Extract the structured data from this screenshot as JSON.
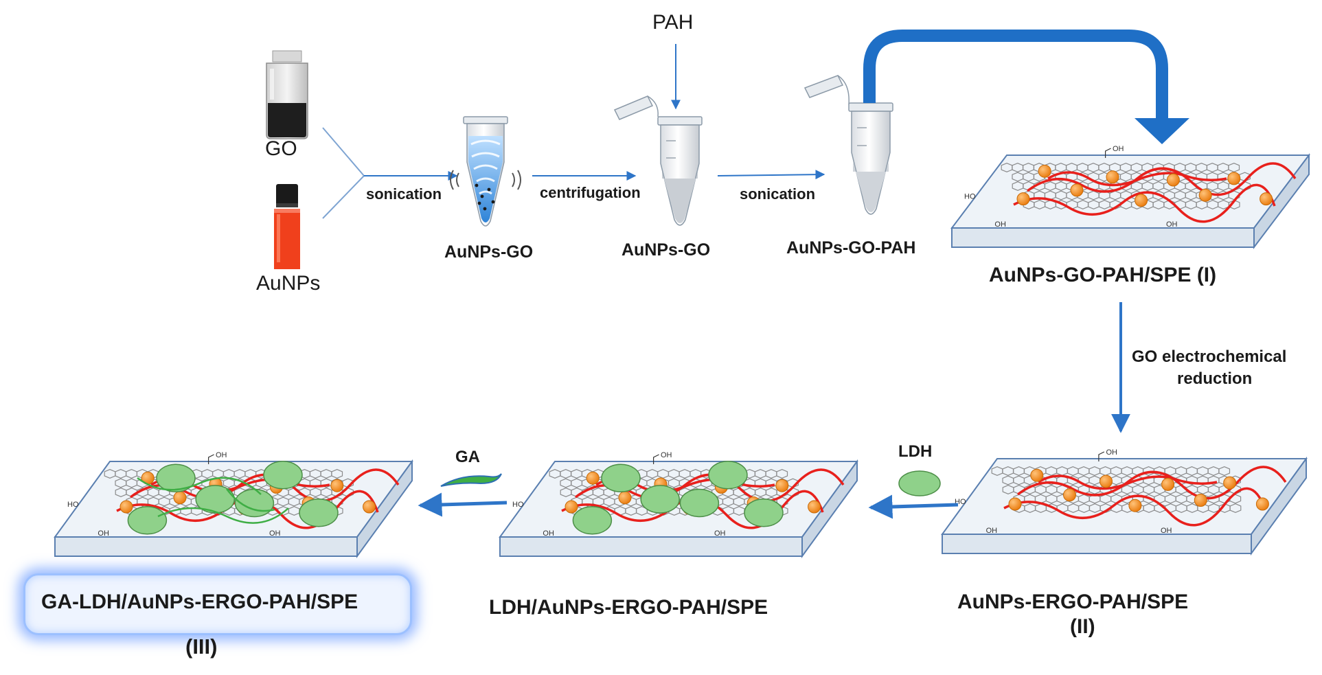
{
  "labels": {
    "go": "GO",
    "aunps": "AuNPs",
    "pah": "PAH",
    "sonication_1": "sonication",
    "centrifugation": "centrifugation",
    "sonication_2": "sonication",
    "tube1": "AuNPs-GO",
    "tube2": "AuNPs-GO",
    "tube3": "AuNPs-GO-PAH",
    "electrode1": "AuNPs-GO-PAH/SPE (I)",
    "reduction_line1": "GO electrochemical",
    "reduction_line2": "reduction",
    "ldh": "LDH",
    "ga": "GA",
    "electrode2_line1": "AuNPs-ERGO-PAH/SPE",
    "electrode2_line2": "(II)",
    "electrode3": "LDH/AuNPs-ERGO-PAH/SPE",
    "electrode4": "GA-LDH/AuNPs-ERGO-PAH/SPE",
    "electrode4_num": "(III)",
    "cooh": "OH",
    "ho": "HO",
    "oh": "OH"
  },
  "colors": {
    "arrow_blue": "#2e75c8",
    "big_arrow_blue": "#1f6fc6",
    "polymer_red": "#e8201c",
    "nanoparticle_orange": "#f18a1c",
    "ldh_green": "#8fd18a",
    "ga_green": "#3fae45",
    "plate_face": "#eef3f8",
    "plate_edge": "#5a7fb0",
    "graphene_gray": "#7a7a7a",
    "aunps_red": "#f0401c"
  }
}
